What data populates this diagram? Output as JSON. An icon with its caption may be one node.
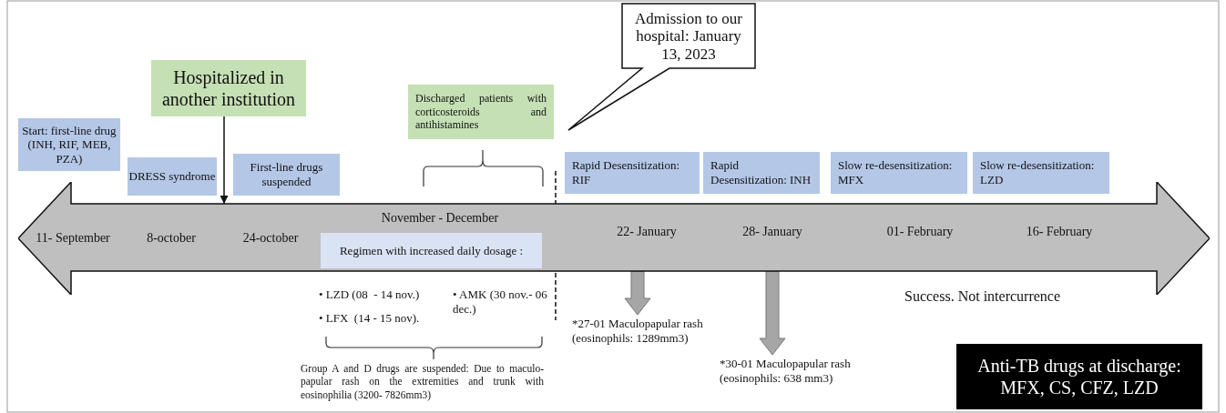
{
  "diagram": {
    "nodes": [
      {
        "text": [
          "Start: first-line drug (INH, RIF, MEB, PZA)"
        ]
      },
      {
        "text": [
          "Hospitalized in another institution"
        ]
      },
      {
        "text": [
          "Discharged patients with corticosteroids and antihistamines"
        ]
      },
      {
        "text": [
          "Admission to our hospital: January 13, 2023"
        ]
      },
      {
        "text": [
          "DRESS syndrome"
        ]
      },
      {
        "text": [
          "First-line drugs suspended"
        ]
      },
      {
        "text": [
          "Rapid Desensitization: RIF"
        ]
      },
      {
        "text": [
          "Rapid Desensitization: INH"
        ]
      },
      {
        "text": [
          "Slow re-desensitization: MFX"
        ]
      },
      {
        "text": [
          "Slow re-desensitization: LZD"
        ]
      },
      {
        "text": [
          "11- September",
          "8-october",
          "24-october",
          "November - December",
          "22- January",
          "28- January",
          "01- February",
          "16- February"
        ]
      },
      {
        "text": [
          "Regimen with increased daily dosage :"
        ],
        "in": 10
      },
      {
        "text": [
          "*27-01 Maculopapular rash (eosinophils: 1289mm3)"
        ]
      },
      {
        "text": [
          "*30-01 Maculopapular rash (eosinophils: 638 mm3)"
        ]
      },
      {
        "text": [
          "Anti-TB drugs at discharge: MFX, CS, CFZ, LZD"
        ]
      }
    ],
    "edges": [
      {
        "from": 1,
        "to": 10,
        "arrow": "to",
        "color": "#111111"
      },
      {
        "from": 10,
        "to": 12,
        "arrow": "to",
        "color": "#a6a6a6"
      },
      {
        "from": 10,
        "to": 13,
        "arrow": "to",
        "color": "#a6a6a6"
      }
    ],
    "labels": [
      "• LZD (08  - 14 nov.)",
      "• AMK (30 nov.- 06 dec.)",
      "• LFX  (14 - 15 nov).",
      "Group A and D drugs are suspended: Due to maculo-papular rash on the extremities and trunk with eosinophilia (3200- 7826mm3)",
      "Success. Not intercurrence"
    ]
  }
}
